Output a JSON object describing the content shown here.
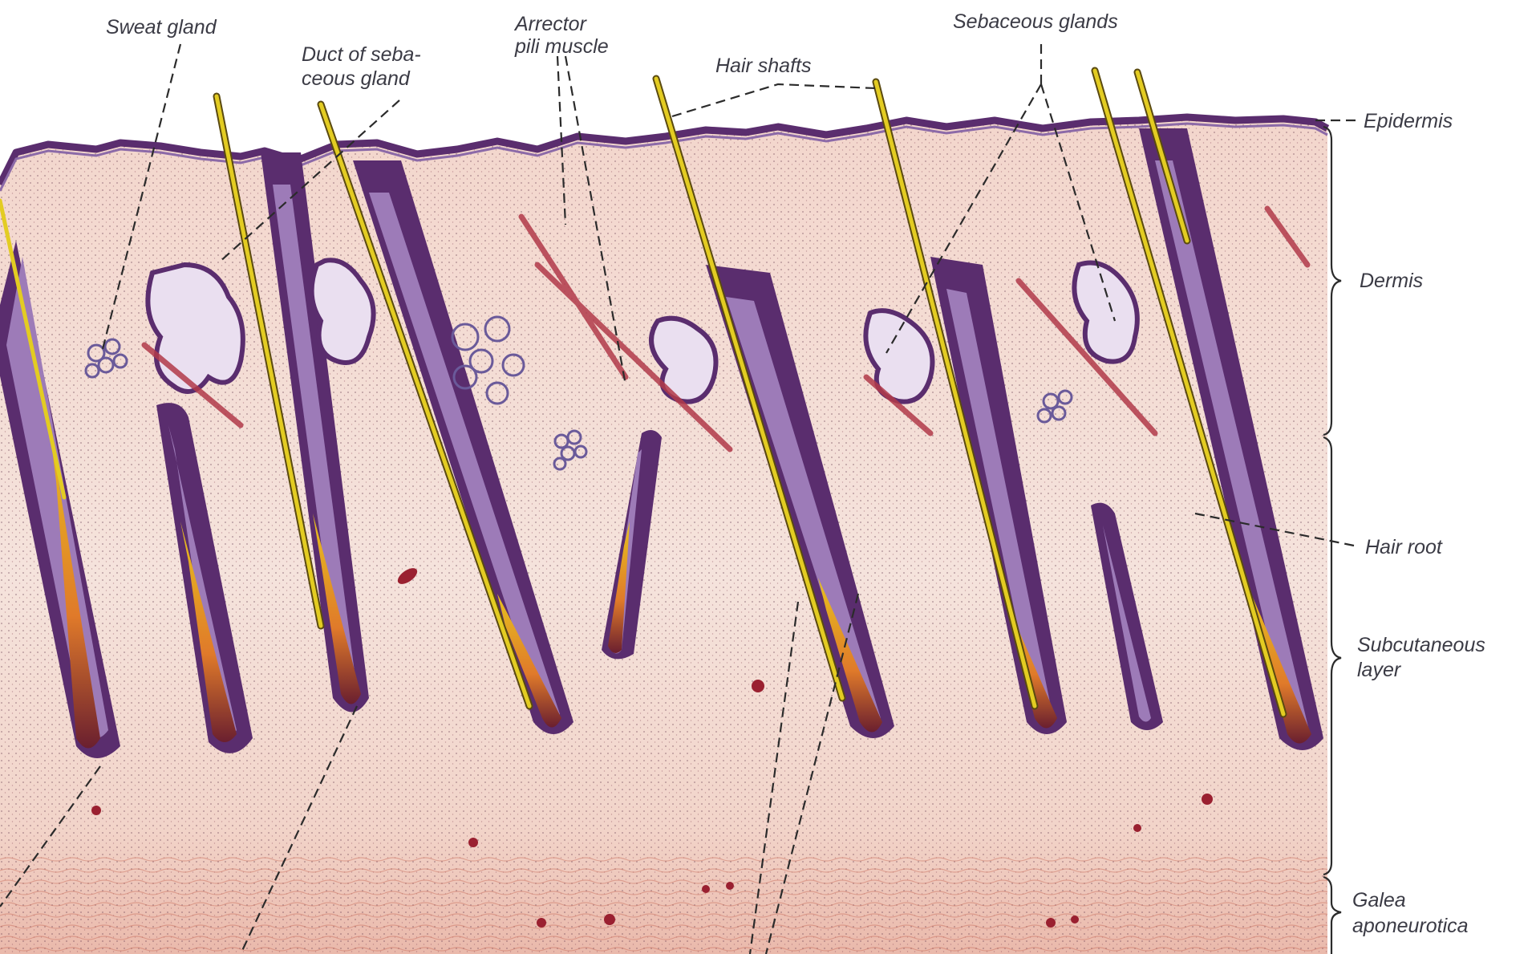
{
  "labels": {
    "sweat_gland": "Sweat gland",
    "duct_line1": "Duct of seba-",
    "duct_line2": "ceous gland",
    "arrector_line1": "Arrector",
    "arrector_line2": "pili muscle",
    "hair_shafts": "Hair shafts",
    "sebaceous_glands": "Sebaceous glands",
    "epidermis": "Epidermis",
    "dermis": "Dermis",
    "hair_root": "Hair root",
    "subcutaneous_line1": "Subcutaneous",
    "subcutaneous_line2": "layer",
    "galea_line1": "Galea",
    "galea_line2": "aponeurotica"
  },
  "colors": {
    "background": "#ffffff",
    "tissue_dermis": "#f2d9cf",
    "tissue_subcutaneous": "#f6e6df",
    "tissue_galea": "#eec4b8",
    "follicle_outer": "#5a2d6e",
    "follicle_inner": "#8c6aa8",
    "hair_shaft": "#d9c21a",
    "hair_bulb": "#e07a2a",
    "gland": "#eadff0",
    "muscle": "#b23a4a",
    "leader_line": "#2b2b2b",
    "label_text": "#3b3b45"
  },
  "icons": [
    "hair-follicle-shape",
    "sebaceous-gland-shape",
    "sweat-gland-coil-shape",
    "blood-vessel-dot"
  ]
}
